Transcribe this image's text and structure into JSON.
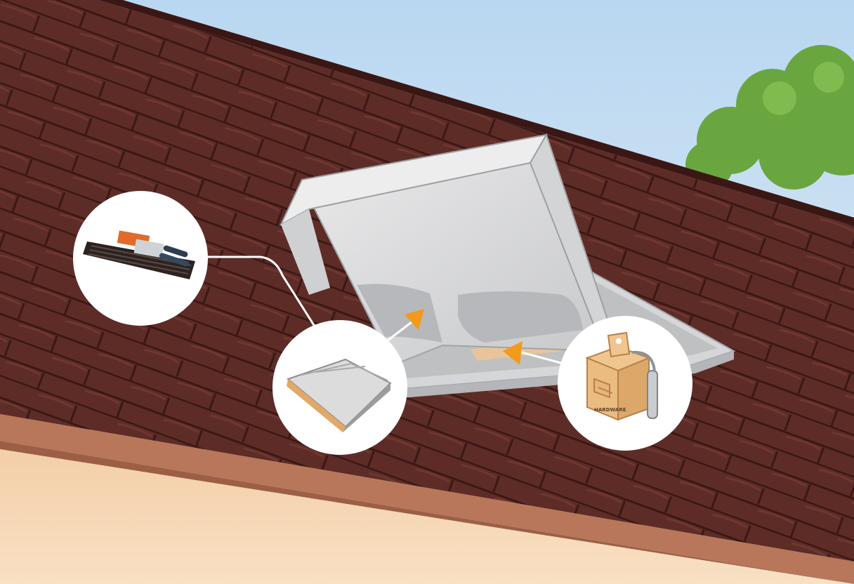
{
  "scene": {
    "subject": "roof-hatch-illustration",
    "colors": {
      "sky_top": "#bcd9f2",
      "sky_bottom": "#e4eef6",
      "shingle": "#5e2c27",
      "shingle_line": "#3a1714",
      "fascia": "#b8775a",
      "wall": "#f6d7b3",
      "hatch_metal": "#d8d9da",
      "hatch_edge": "#9da0a3",
      "arrow_accent": "#f29a1c",
      "tree": "#6aa640",
      "callout_bg": "#ffffff"
    }
  },
  "callouts": [
    {
      "id": "sealant-tool",
      "icon": "caulk-gun-on-shingle-icon"
    },
    {
      "id": "flashing",
      "icon": "metal-flashing-sheet-icon"
    },
    {
      "id": "hardware-box",
      "icon": "hardware-box-icon",
      "label": "HARDWARE"
    }
  ]
}
